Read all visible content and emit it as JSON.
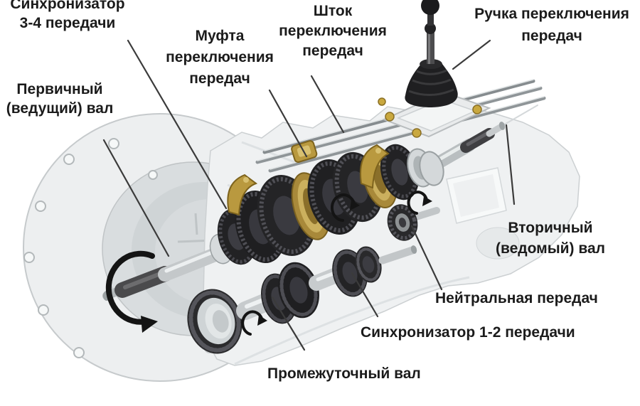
{
  "diagram": {
    "subject": "manual-gearbox-cutaway",
    "labels": {
      "synchro34": {
        "lines": [
          "Синхронизатор",
          "3-4 передачи"
        ]
      },
      "mufta": {
        "lines": [
          "Муфта",
          "переключения",
          "передач"
        ]
      },
      "shtok": {
        "lines": [
          "Шток",
          "переключения",
          "передач"
        ]
      },
      "ruchka": {
        "lines": [
          "Ручка переключения",
          "передач"
        ]
      },
      "pervichny": {
        "lines": [
          "Первичный",
          "(ведущий) вал"
        ]
      },
      "vtorichny": {
        "lines": [
          "Вторичный",
          "(ведомый) вал"
        ]
      },
      "neutral": {
        "lines": [
          "Нейтральная передач"
        ]
      },
      "synchro12": {
        "lines": [
          "Синхронизатор 1-2 передачи"
        ]
      },
      "promezhutochny": {
        "lines": [
          "Промежуточный вал"
        ]
      }
    },
    "colors": {
      "background": "#ffffff",
      "label_text": "#1b1b1b",
      "leader_line": "#3b3b3b",
      "housing_light": "#eff1f2",
      "housing_shadow": "#d2d6d8",
      "gear_dark": "#222224",
      "brass": "#b5953f",
      "shaft_gray": "#c4c8ca"
    }
  }
}
